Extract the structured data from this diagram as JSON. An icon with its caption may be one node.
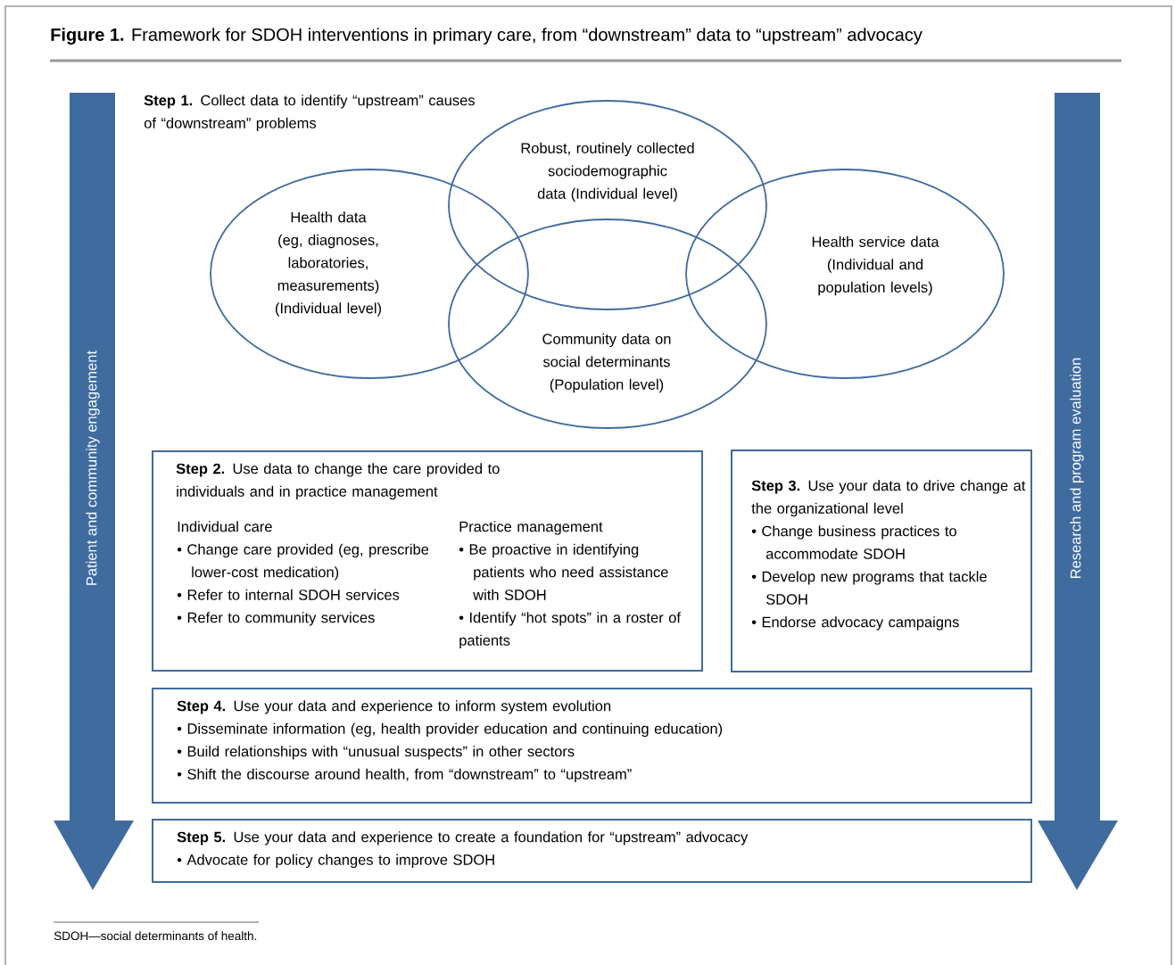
{
  "diagram": {
    "title": "**Figure 1.** Framework for SDOH interventions in primary care, from “downstream” data to “upstream” advocacy",
    "caption": "SDOH—social determinants of health.",
    "nodes": [
      {
        "text": [
          "Patient and community engagement"
        ]
      },
      {
        "text": [
          "Research and program evaluation"
        ]
      },
      {
        "text": [
          "Robust, routinely collected sociodemographic data (Individual level)"
        ]
      },
      {
        "text": [
          "Health data (eg, diagnoses, laboratories, measurements) (Individual level)"
        ]
      },
      {
        "text": [
          "Health service data (Individual and population levels)"
        ]
      },
      {
        "text": [
          "Community data on social determinants (Population level)"
        ]
      },
      {
        "text": [
          "**Step 2.** Use data to change the care provided to individuals and in practice management",
          "Individual care",
          "• Change care provided (eg, prescribe lower-cost medication)",
          "• Refer to internal SDOH services",
          "• Refer to community services",
          "Practice management",
          "• Be proactive in identifying patients who need assistance with SDOH",
          "• Identify “hot spots” in a roster of patients"
        ]
      },
      {
        "text": [
          "**Step 3.** Use your data to drive change at the organizational level",
          "• Change business practices to accommodate SDOH",
          "• Develop new programs that tackle SDOH",
          "• Endorse advocacy campaigns"
        ]
      },
      {
        "text": [
          "**Step 4.** Use your data and experience to inform system evolution",
          "• Disseminate information (eg, health provider education and continuing education)",
          "• Build relationships with “unusual suspects” in other sectors",
          "• Shift the discourse around health, from “downstream” to “upstream”"
        ]
      },
      {
        "text": [
          "**Step 5.** Use your data and experience to create a foundation for “upstream” advocacy",
          "• Advocate for policy changes to improve SDOH"
        ]
      }
    ],
    "labels": [
      "**Step 1.** Collect data to identify “upstream” causes of “downstream” problems"
    ]
  }
}
